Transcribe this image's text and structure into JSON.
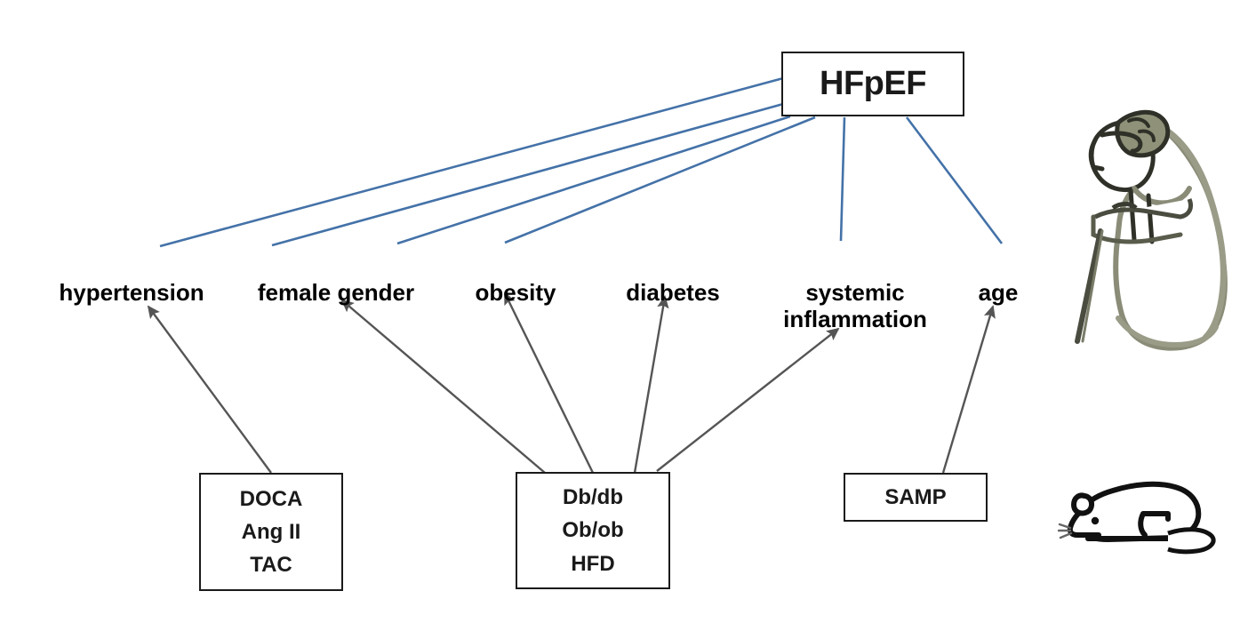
{
  "diagram": {
    "title": "HFpEF risk factors and corresponding animal models",
    "root": {
      "label": "HFpEF"
    },
    "factors": [
      {
        "id": "hypertension",
        "label": "hypertension"
      },
      {
        "id": "female_gender",
        "label": "female gender"
      },
      {
        "id": "obesity",
        "label": "obesity"
      },
      {
        "id": "diabetes",
        "label": "diabetes"
      },
      {
        "id": "inflammation",
        "label": "systemic\ninflammation"
      },
      {
        "id": "age",
        "label": "age"
      }
    ],
    "models": [
      {
        "id": "doca",
        "lines": [
          "DOCA",
          "Ang II",
          "TAC"
        ]
      },
      {
        "id": "dbdb",
        "lines": [
          "Db/db",
          "Ob/ob",
          "HFD"
        ]
      },
      {
        "id": "samp",
        "lines": [
          "SAMP"
        ]
      }
    ],
    "illustrations": [
      {
        "id": "elderly",
        "name": "elderly-person-with-cane"
      },
      {
        "id": "mouse",
        "name": "laboratory-mouse"
      }
    ],
    "colors": {
      "root_connector": "#4472a8",
      "model_arrow": "#555555",
      "box_border": "#1a1a1a",
      "text": "#000000",
      "background": "#ffffff",
      "elderly_shade": "#8a8c78",
      "elderly_outline": "#3d3f35",
      "mouse_outline": "#111111"
    },
    "edges_root_to_factor": [
      {
        "from": "HFpEF",
        "to": "hypertension",
        "style": "plain-line",
        "color": "#4472a8"
      },
      {
        "from": "HFpEF",
        "to": "female gender",
        "style": "plain-line",
        "color": "#4472a8"
      },
      {
        "from": "HFpEF",
        "to": "obesity",
        "style": "plain-line",
        "color": "#4472a8"
      },
      {
        "from": "HFpEF",
        "to": "diabetes",
        "style": "plain-line",
        "color": "#4472a8"
      },
      {
        "from": "HFpEF",
        "to": "systemic inflammation",
        "style": "plain-line",
        "color": "#4472a8"
      },
      {
        "from": "HFpEF",
        "to": "age",
        "style": "plain-line",
        "color": "#4472a8"
      }
    ],
    "edges_model_to_factor": [
      {
        "from": "DOCA / Ang II / TAC",
        "to": "hypertension",
        "style": "arrow",
        "color": "#555555"
      },
      {
        "from": "Db/db / Ob/ob / HFD",
        "to": "female gender",
        "style": "arrow",
        "color": "#555555"
      },
      {
        "from": "Db/db / Ob/ob / HFD",
        "to": "obesity",
        "style": "arrow",
        "color": "#555555"
      },
      {
        "from": "Db/db / Ob/ob / HFD",
        "to": "diabetes",
        "style": "arrow",
        "color": "#555555"
      },
      {
        "from": "Db/db / Ob/ob / HFD",
        "to": "systemic inflammation",
        "style": "arrow",
        "color": "#555555"
      },
      {
        "from": "SAMP",
        "to": "age",
        "style": "arrow",
        "color": "#555555"
      }
    ]
  }
}
